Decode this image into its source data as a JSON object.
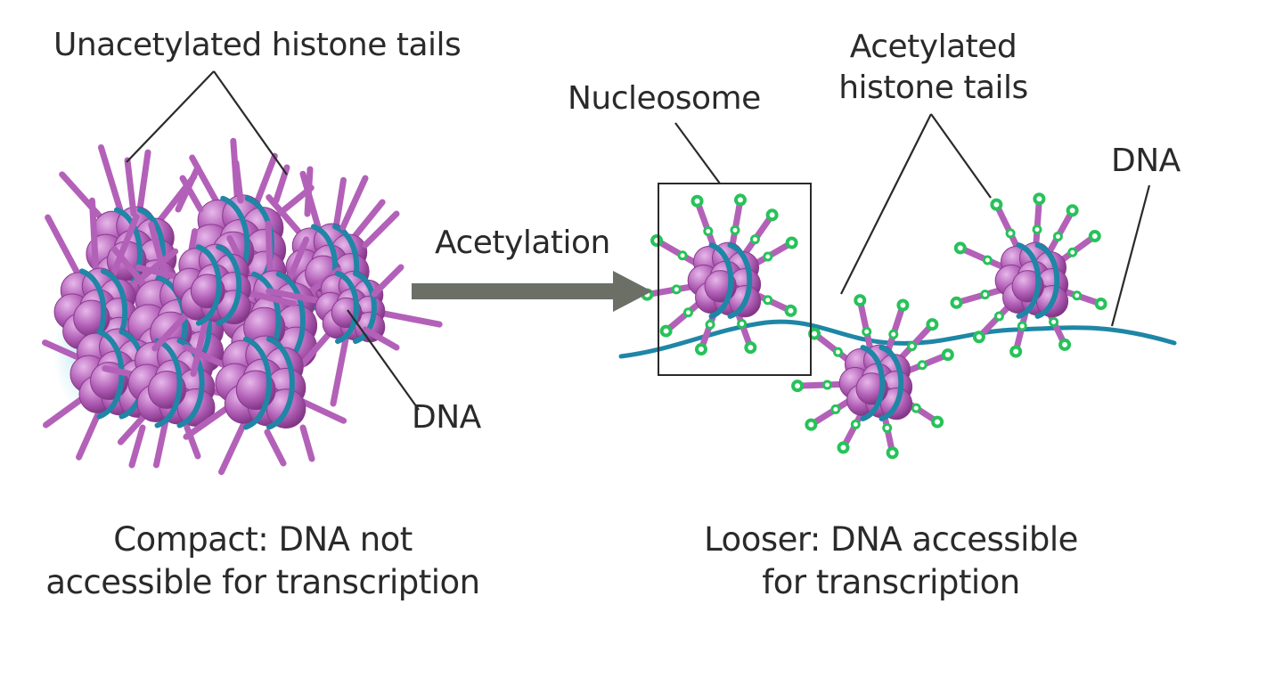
{
  "labels": {
    "unacetylated_tails": "Unacetylated histone tails",
    "dna_left": "DNA",
    "acetylation": "Acetylation",
    "nucleosome": "Nucleosome",
    "acetylated_tails": "Acetylated\nhistone tails",
    "dna_right": "DNA"
  },
  "captions": {
    "compact": "Compact: DNA not\naccessible for transcription",
    "looser": "Looser: DNA accessible\nfor transcription"
  },
  "colors": {
    "histone": "#b361b8",
    "histone_dark": "#8a3b8f",
    "histone_light": "#d9a0dc",
    "dna": "#1f86a6",
    "dna_dark": "#155f7a",
    "acetyl": "#27c25a",
    "arrow": "#6b6f66",
    "leader": "#2a2a2a"
  }
}
